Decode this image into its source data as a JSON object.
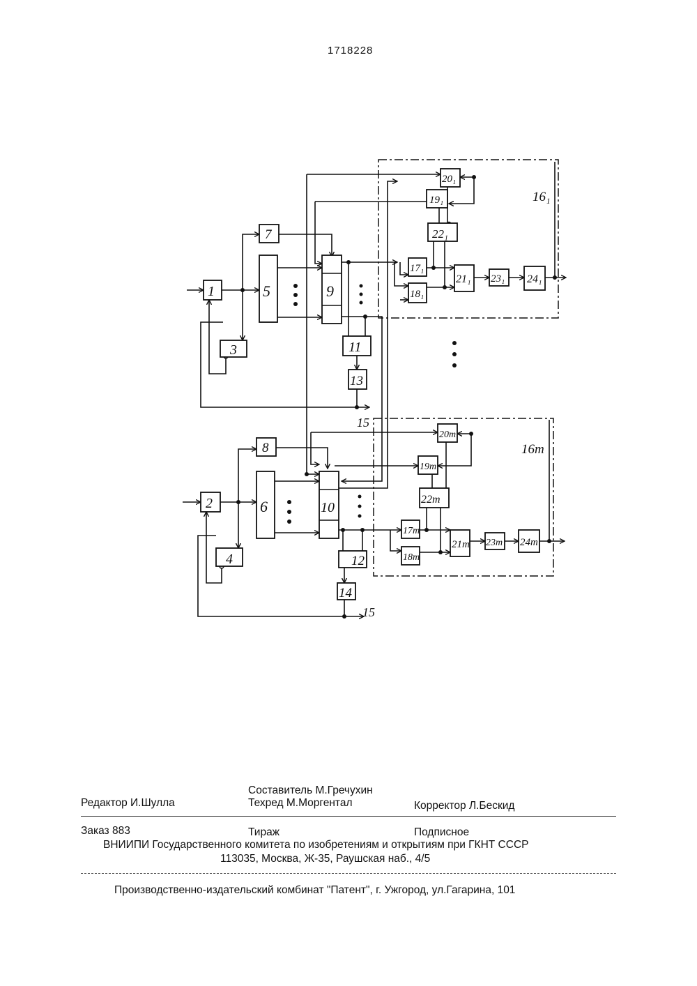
{
  "page_number": "1718228",
  "diagram": {
    "blocks": {
      "b1": "1",
      "b2": "2",
      "b3": "3",
      "b4": "4",
      "b5": "5",
      "b6": "6",
      "b7": "7",
      "b8": "8",
      "b9": "9",
      "b10": "10",
      "b11": "11",
      "b12": "12",
      "b13": "13",
      "b14": "14",
      "b17_1": "17₁",
      "b18_1": "18₁",
      "b19_1": "19₁",
      "b20_1": "20₁",
      "b21_1": "21₁",
      "b22_1": "22₁",
      "b23_1": "23₁",
      "b24_1": "24₁",
      "b17_m": "17m",
      "b18_m": "18m",
      "b19_m": "19m",
      "b20_m": "20m",
      "b21_m": "21m",
      "b22_m": "22m",
      "b23_m": "23m",
      "b24_m": "24m"
    },
    "labels": {
      "unit_1": "16₁",
      "unit_m": "16m",
      "output_15_top": "15",
      "output_15_bottom": "15"
    }
  },
  "colophon": {
    "editor": "Редактор И.Шулла",
    "compiler": "Составитель М.Гречухин",
    "techred": "Техред М.Моргентал",
    "corrector": "Корректор  Л.Бескид",
    "order": "Заказ  883",
    "circulation": "Тираж",
    "subscription": "Подписное",
    "institute": "ВНИИПИ Государственного комитета по изобретениям и открытиям при ГКНТ СССР",
    "address": "113035, Москва, Ж-35, Раушская наб., 4/5",
    "publisher": "Производственно-издательский комбинат \"Патент\", г. Ужгород, ул.Гагарина, 101"
  }
}
